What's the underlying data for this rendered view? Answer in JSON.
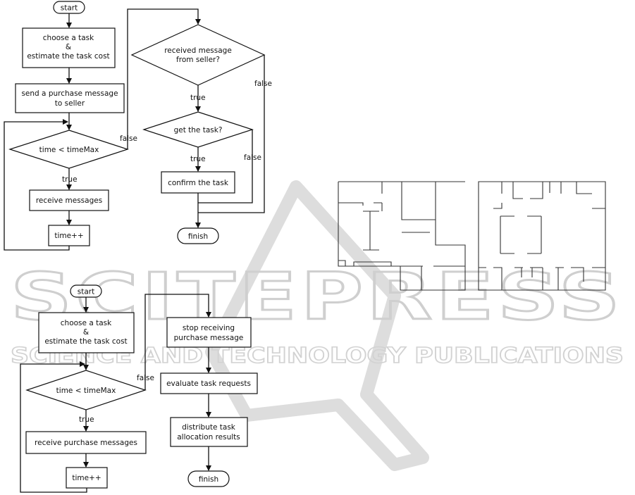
{
  "watermark": {
    "main": "SCITEPRESS",
    "sub": "SCIENCE AND TECHNOLOGY PUBLICATIONS"
  },
  "colors": {
    "stroke": "#111111",
    "watermark": "#cfcfcf",
    "wall": "#333333"
  },
  "flowchart_buyer": {
    "start": "start",
    "choose_task": [
      "choose a task",
      "&",
      "estimate the task cost"
    ],
    "send_purchase": [
      "send a purchase message",
      "to seller"
    ],
    "loop_condition": "time < timeMax",
    "receive_messages": "receive messages",
    "time_increment": "time++",
    "received_from_seller": [
      "received message",
      "from seller?"
    ],
    "get_task": "get the task?",
    "confirm_task": "confirm the task",
    "finish": "finish",
    "edge_true": "true",
    "edge_false": "false"
  },
  "flowchart_seller": {
    "start": "start",
    "choose_task": [
      "choose a task",
      "&",
      "estimate the task cost"
    ],
    "loop_condition": "time < timeMax",
    "receive_purchase": "receive purchase messages",
    "time_increment": "time++",
    "stop_receiving": [
      "stop receiving",
      "purchase message"
    ],
    "evaluate": "evaluate task requests",
    "distribute": [
      "distribute task",
      "allocation results"
    ],
    "finish": "finish",
    "edge_true": "true",
    "edge_false": "false"
  }
}
